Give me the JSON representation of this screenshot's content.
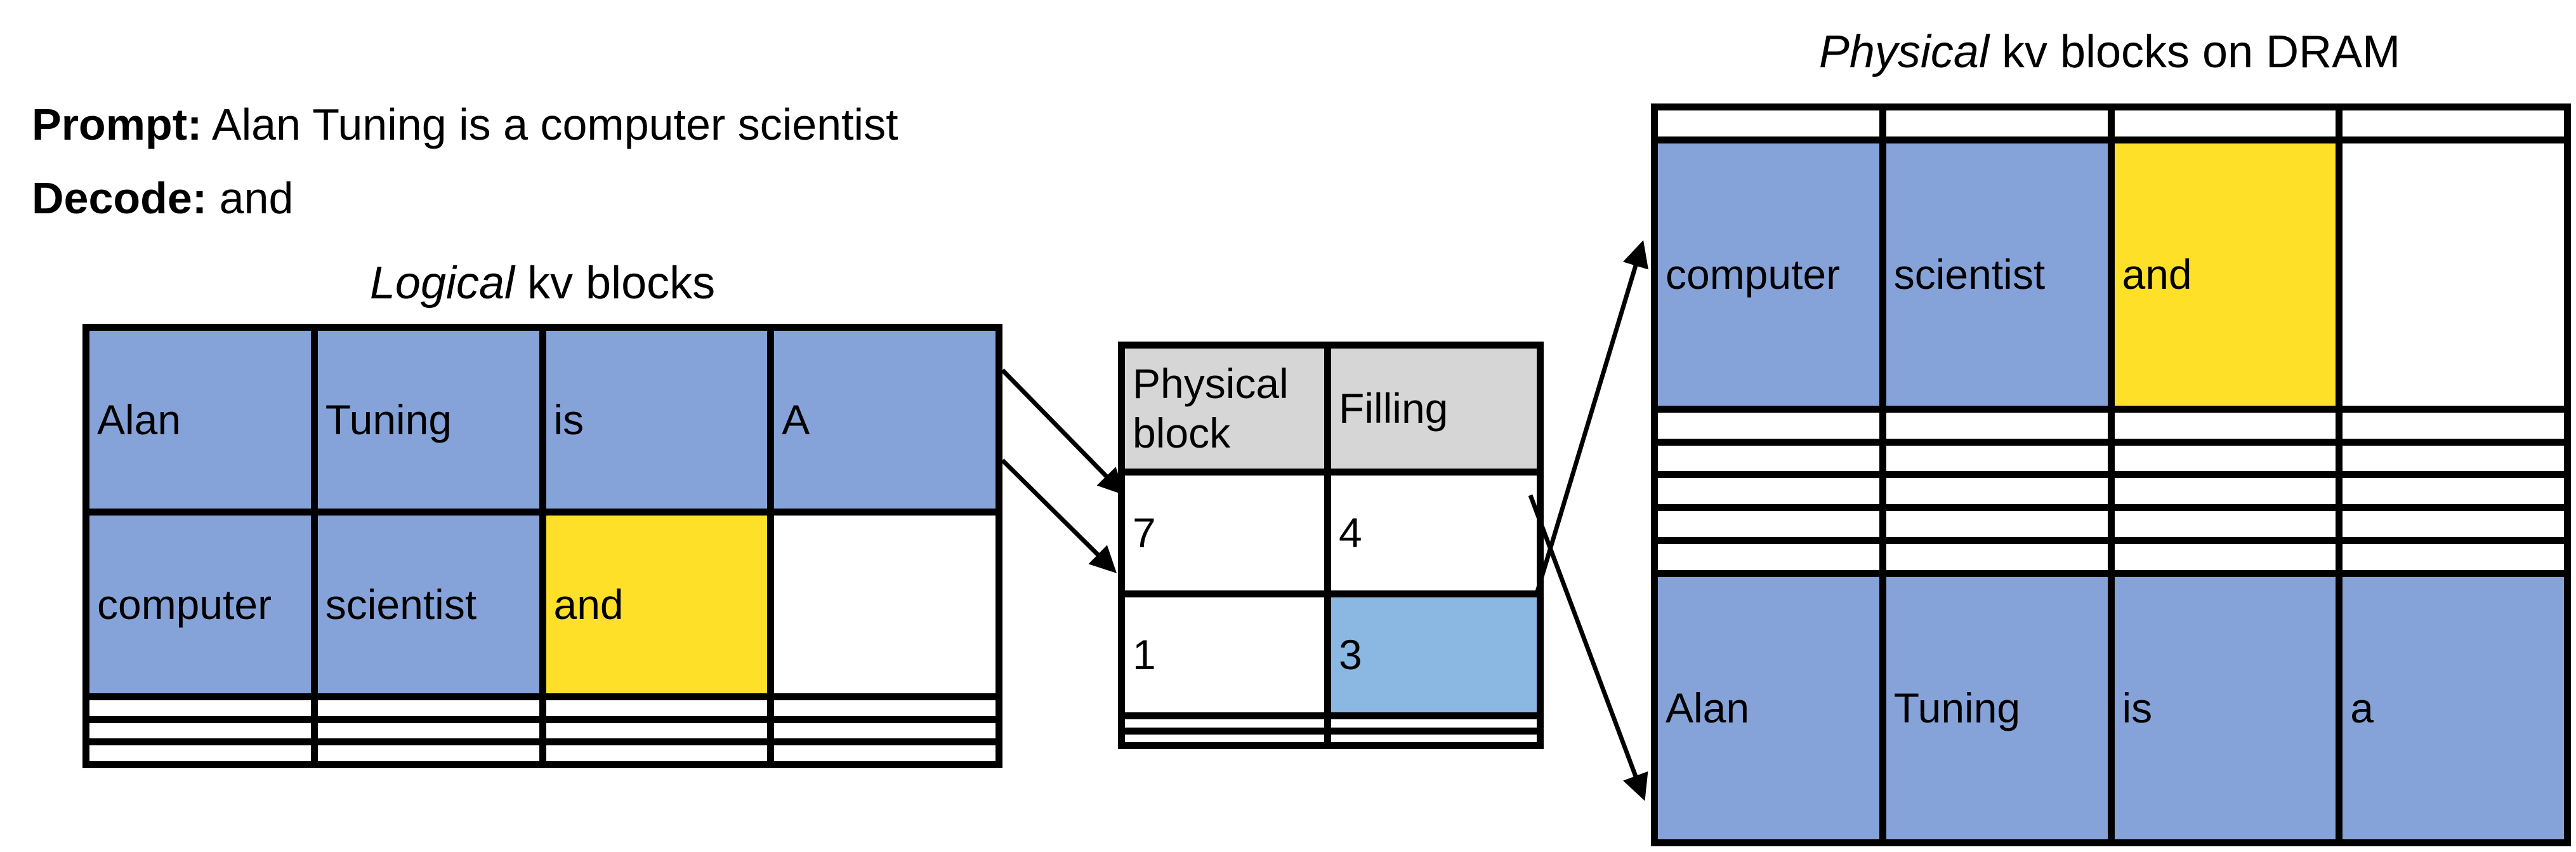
{
  "prompt": {
    "label": "Prompt:",
    "text": "Alan Tuning is a computer scientist"
  },
  "decode": {
    "label": "Decode:",
    "text": "and"
  },
  "logical": {
    "title_italic": "Logical",
    "title_rest": "kv blocks",
    "rows": [
      [
        {
          "text": "Alan",
          "fill": "blue"
        },
        {
          "text": "Tuning",
          "fill": "blue"
        },
        {
          "text": "is",
          "fill": "blue"
        },
        {
          "text": "A",
          "fill": "blue"
        }
      ],
      [
        {
          "text": "computer",
          "fill": "blue"
        },
        {
          "text": "scientist",
          "fill": "blue"
        },
        {
          "text": "and",
          "fill": "yellow"
        },
        {
          "text": "",
          "fill": "white"
        }
      ],
      [
        {
          "text": "",
          "fill": "white"
        },
        {
          "text": "",
          "fill": "white"
        },
        {
          "text": "",
          "fill": "white"
        },
        {
          "text": "",
          "fill": "white"
        }
      ],
      [
        {
          "text": "",
          "fill": "white"
        },
        {
          "text": "",
          "fill": "white"
        },
        {
          "text": "",
          "fill": "white"
        },
        {
          "text": "",
          "fill": "white"
        }
      ],
      [
        {
          "text": "",
          "fill": "white"
        },
        {
          "text": "",
          "fill": "white"
        },
        {
          "text": "",
          "fill": "white"
        },
        {
          "text": "",
          "fill": "white"
        }
      ]
    ]
  },
  "block_table": {
    "headers": [
      "Physical block",
      "Filling"
    ],
    "rows": [
      [
        {
          "text": "7",
          "fill": "white"
        },
        {
          "text": "4",
          "fill": "white"
        }
      ],
      [
        {
          "text": "1",
          "fill": "white"
        },
        {
          "text": "3",
          "fill": "lightblue"
        }
      ],
      [
        {
          "text": "",
          "fill": "white"
        },
        {
          "text": "",
          "fill": "white"
        }
      ],
      [
        {
          "text": "",
          "fill": "white"
        },
        {
          "text": "",
          "fill": "white"
        }
      ]
    ]
  },
  "physical": {
    "title_italic": "Physical",
    "title_rest": "kv blocks on DRAM",
    "rows": [
      [
        {
          "text": "",
          "fill": "white"
        },
        {
          "text": "",
          "fill": "white"
        },
        {
          "text": "",
          "fill": "white"
        },
        {
          "text": "",
          "fill": "white"
        }
      ],
      [
        {
          "text": "computer",
          "fill": "blue"
        },
        {
          "text": "scientist",
          "fill": "blue"
        },
        {
          "text": "and",
          "fill": "yellow"
        },
        {
          "text": "",
          "fill": "white"
        }
      ],
      [
        {
          "text": "",
          "fill": "white"
        },
        {
          "text": "",
          "fill": "white"
        },
        {
          "text": "",
          "fill": "white"
        },
        {
          "text": "",
          "fill": "white"
        }
      ],
      [
        {
          "text": "",
          "fill": "white"
        },
        {
          "text": "",
          "fill": "white"
        },
        {
          "text": "",
          "fill": "white"
        },
        {
          "text": "",
          "fill": "white"
        }
      ],
      [
        {
          "text": "",
          "fill": "white"
        },
        {
          "text": "",
          "fill": "white"
        },
        {
          "text": "",
          "fill": "white"
        },
        {
          "text": "",
          "fill": "white"
        }
      ],
      [
        {
          "text": "",
          "fill": "white"
        },
        {
          "text": "",
          "fill": "white"
        },
        {
          "text": "",
          "fill": "white"
        },
        {
          "text": "",
          "fill": "white"
        }
      ],
      [
        {
          "text": "",
          "fill": "white"
        },
        {
          "text": "",
          "fill": "white"
        },
        {
          "text": "",
          "fill": "white"
        },
        {
          "text": "",
          "fill": "white"
        }
      ],
      [
        {
          "text": "Alan",
          "fill": "blue"
        },
        {
          "text": "Tuning",
          "fill": "blue"
        },
        {
          "text": "is",
          "fill": "blue"
        },
        {
          "text": "a",
          "fill": "blue"
        }
      ]
    ]
  }
}
